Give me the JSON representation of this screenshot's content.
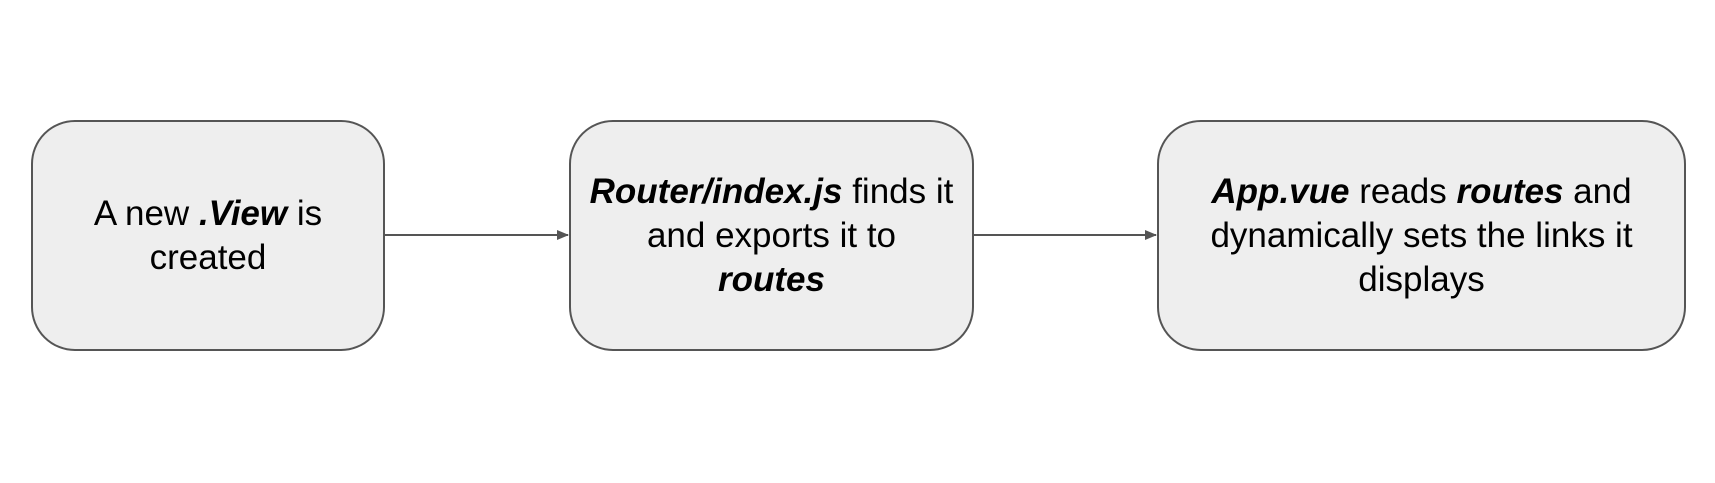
{
  "diagram": {
    "nodes": [
      {
        "id": "view-created",
        "segments": [
          {
            "text": "A new ",
            "em": false
          },
          {
            "text": ".View",
            "em": true
          },
          {
            "text": " is created",
            "em": false
          }
        ]
      },
      {
        "id": "router-index",
        "segments": [
          {
            "text": "Router/index.js",
            "em": true
          },
          {
            "text": " finds it and exports it to ",
            "em": false
          },
          {
            "text": "routes",
            "em": true
          }
        ]
      },
      {
        "id": "app-vue",
        "segments": [
          {
            "text": "App.vue",
            "em": true
          },
          {
            "text": " reads ",
            "em": false
          },
          {
            "text": "routes",
            "em": true
          },
          {
            "text": " and dynamically sets the links it displays",
            "em": false
          }
        ]
      }
    ],
    "edges": [
      {
        "from": "view-created",
        "to": "router-index"
      },
      {
        "from": "router-index",
        "to": "app-vue"
      }
    ],
    "colors": {
      "node_fill": "#eeeeee",
      "node_border": "#555555",
      "edge": "#555555",
      "text": "#000000"
    }
  }
}
